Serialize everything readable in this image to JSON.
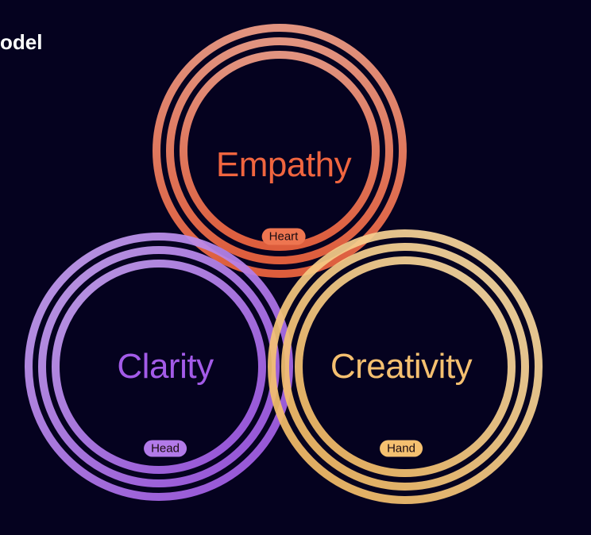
{
  "title": "odel",
  "circles": [
    {
      "name": "Empathy",
      "tag": "Heart",
      "color": "#f0653f",
      "light": "#f4a088"
    },
    {
      "name": "Clarity",
      "tag": "Head",
      "color": "#a35be8",
      "light": "#c9a6f2"
    },
    {
      "name": "Creativity",
      "tag": "Hand",
      "color": "#f5c070",
      "light": "#f8dca8"
    }
  ]
}
